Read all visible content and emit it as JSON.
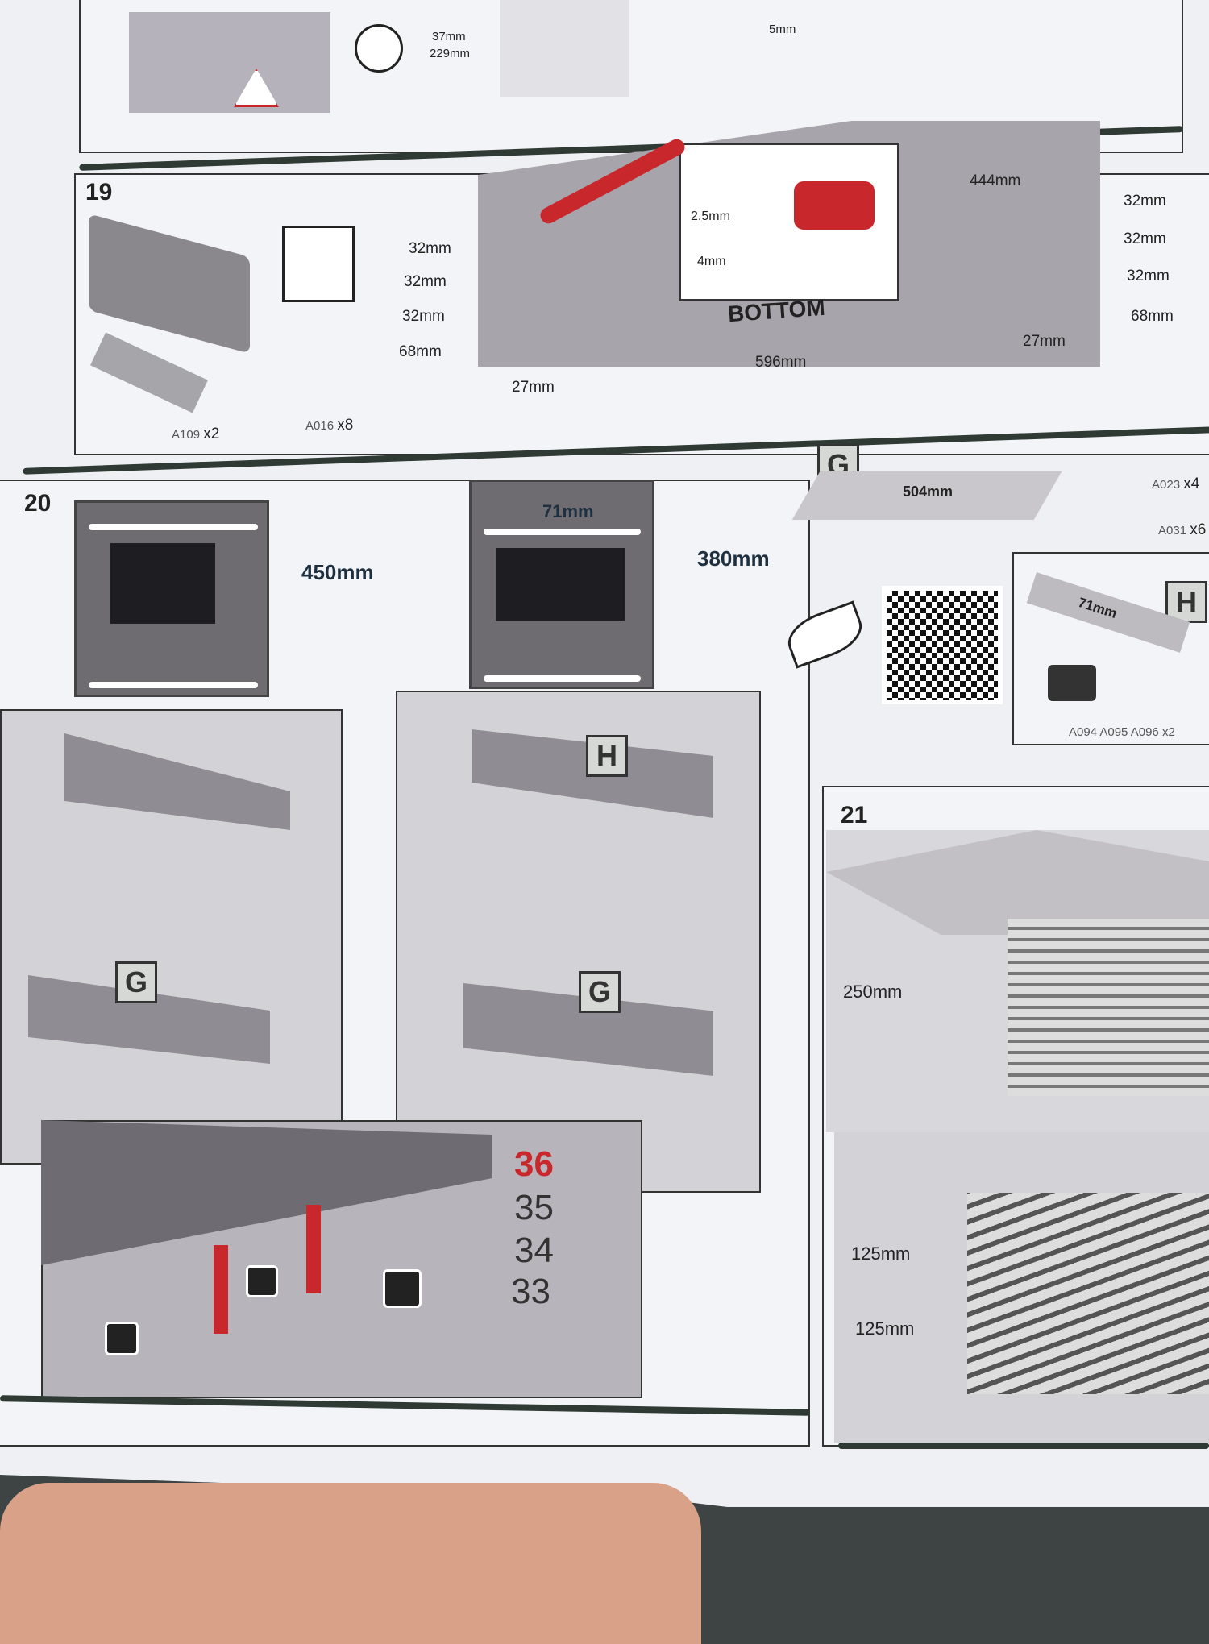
{
  "top_section": {
    "dims": [
      "37mm",
      "229mm",
      "5mm"
    ]
  },
  "step19": {
    "step_number": "19",
    "left_dims": [
      "32mm",
      "32mm",
      "32mm",
      "68mm"
    ],
    "bottom_left_dim": "27mm",
    "width_dim": "596mm",
    "height_dim": "444mm",
    "right_dims": [
      "32mm",
      "32mm",
      "32mm",
      "68mm"
    ],
    "bottom_right_dim": "27mm",
    "board_label": "BOTTOM",
    "drill_dims": [
      "2.5mm",
      "4mm"
    ],
    "parts": [
      {
        "code": "A109",
        "qty": "x2"
      },
      {
        "code": "A016",
        "qty": "x8"
      }
    ]
  },
  "step20": {
    "step_number": "20",
    "oven1_height": "450mm",
    "oven2_top": "71mm",
    "oven2_height": "380mm",
    "panel_g": {
      "letter": "G",
      "width": "504mm"
    },
    "parts_g": [
      {
        "code": "A023",
        "qty": "x4"
      },
      {
        "code": "A031",
        "qty": "x6"
      }
    ],
    "panel_h": {
      "letter": "H",
      "width": "71mm"
    },
    "parts_h": "A094 A095 A096 x2",
    "shelf_labels": [
      "G",
      "G",
      "H"
    ],
    "hole_numbers": [
      "36",
      "35",
      "34",
      "33"
    ]
  },
  "step21": {
    "step_number": "21",
    "dims": [
      "250mm",
      "125mm",
      "125mm"
    ]
  },
  "colors": {
    "accent_red": "#c8282c",
    "board_gray": "#a8a4ac"
  }
}
